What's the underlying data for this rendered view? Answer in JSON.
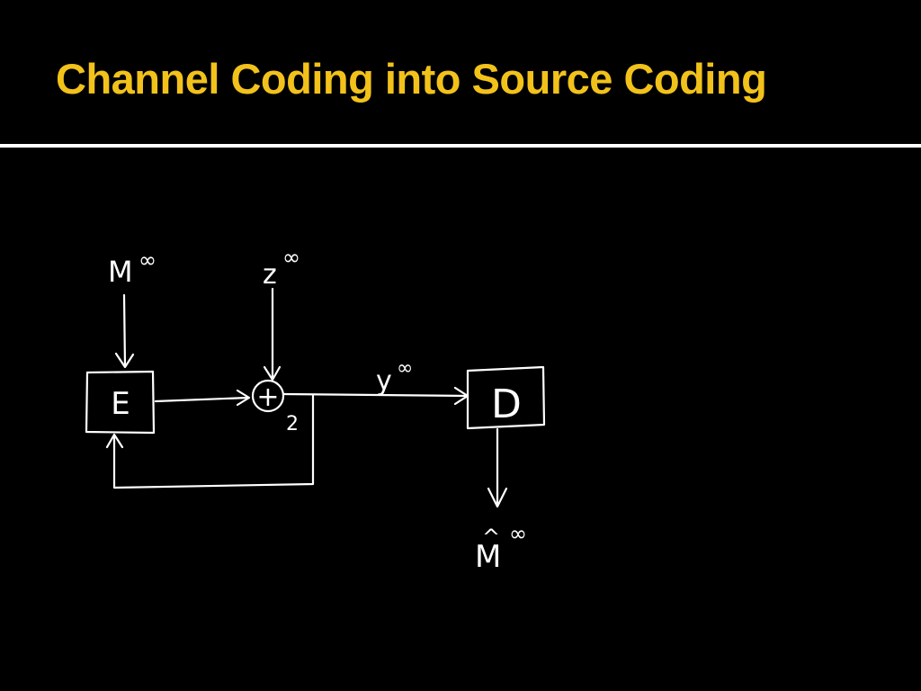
{
  "slide": {
    "title": "Channel Coding into Source Coding"
  },
  "diagram": {
    "inputs": {
      "message": {
        "symbol": "M",
        "superscript": "∞"
      },
      "noise": {
        "symbol": "z",
        "superscript": "∞"
      }
    },
    "blocks": {
      "encoder": "E",
      "decoder": "D"
    },
    "adder": {
      "symbol": "+",
      "subscript": "2"
    },
    "channel_output": {
      "symbol": "y",
      "superscript": "∞"
    },
    "estimate": {
      "symbol": "M",
      "accent": "^",
      "superscript": "∞"
    }
  },
  "colors": {
    "background": "#000000",
    "title": "#f2c21b",
    "rule": "#ffffff",
    "ink": "#ffffff"
  }
}
